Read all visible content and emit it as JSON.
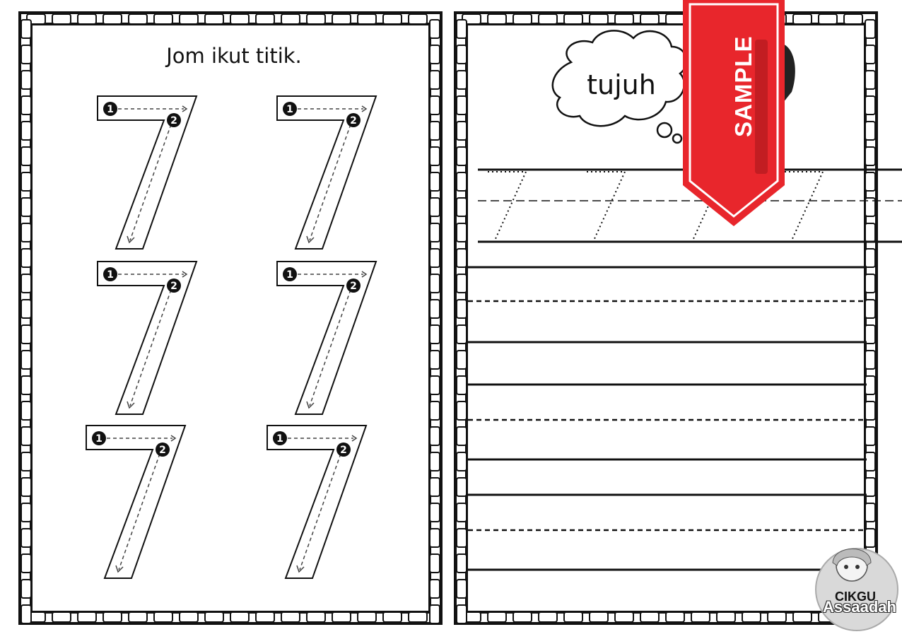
{
  "left_page": {
    "title": "Jom ikut titik.",
    "digit": "7",
    "stroke_labels": [
      "1",
      "2"
    ]
  },
  "right_page": {
    "cloud_word": "tujuh",
    "watermark": "SAMPLE",
    "logo": {
      "line1": "CIKGU",
      "line2": "Assaadah"
    }
  },
  "colors": {
    "ink": "#111111",
    "watermark_red": "#e8262c"
  }
}
